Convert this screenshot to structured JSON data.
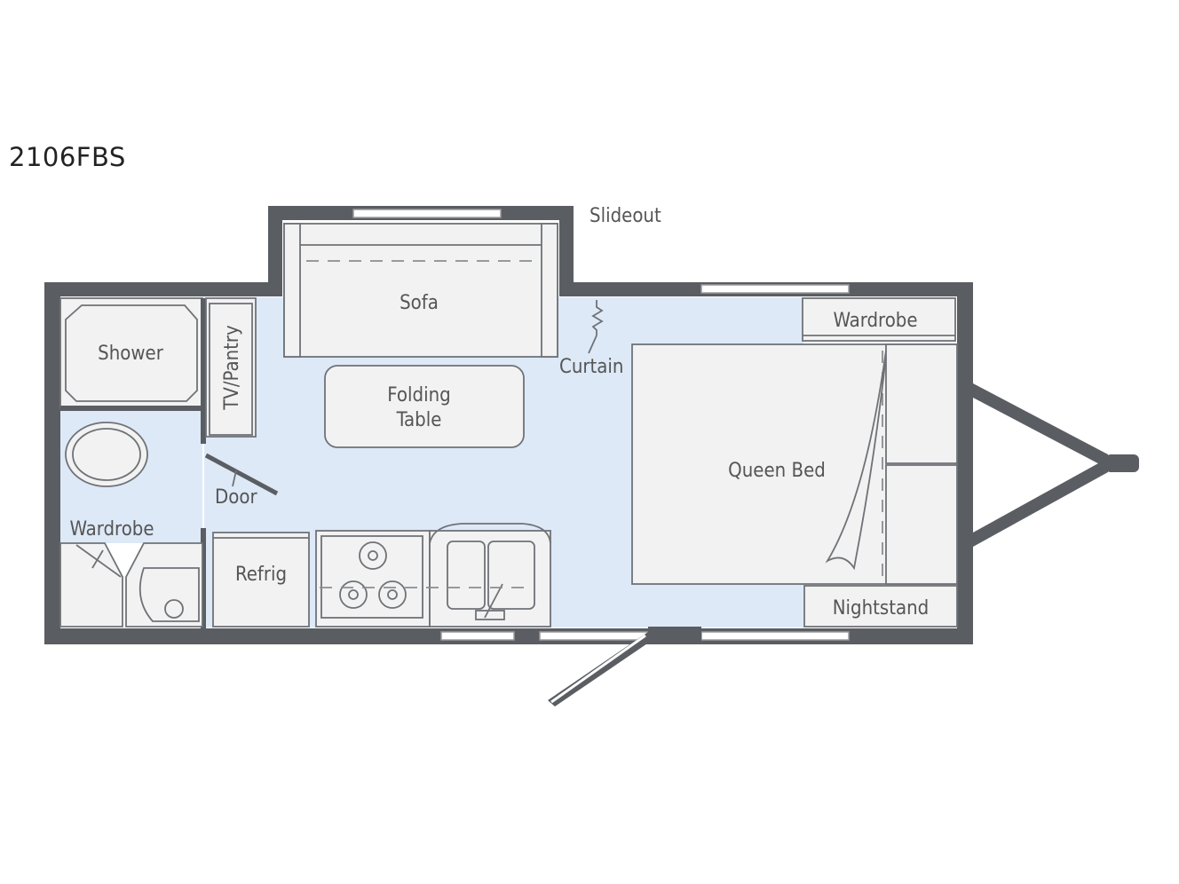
{
  "model": "2106FBS",
  "labels": {
    "slideout": "Slideout",
    "sofa": "Sofa",
    "curtain": "Curtain",
    "wardrobe_front": "Wardrobe",
    "shower": "Shower",
    "tv_pantry": "TV/Pantry",
    "folding_table_line1": "Folding",
    "folding_table_line2": "Table",
    "queen_bed": "Queen Bed",
    "door": "Door",
    "wardrobe_rear": "Wardrobe",
    "refrig": "Refrig",
    "nightstand": "Nightstand"
  },
  "colors": {
    "wall": "#5a5d62",
    "floor": "#dde9f7",
    "fixture": "#f2f2f2",
    "text": "#555555"
  }
}
